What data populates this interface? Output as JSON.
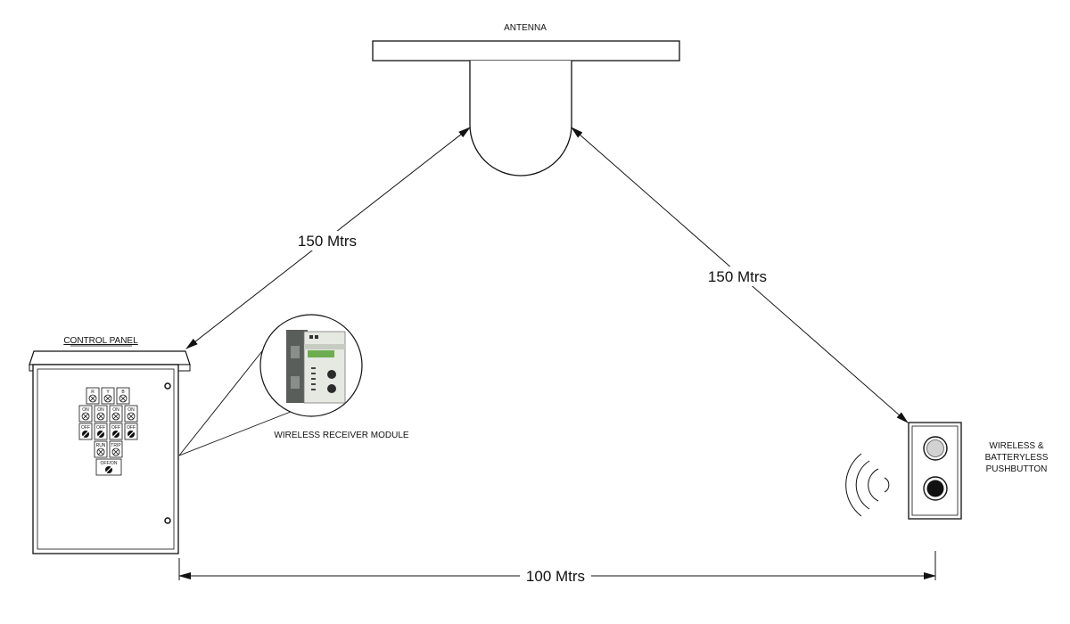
{
  "labels": {
    "antenna": "ANTENNA",
    "control_panel": "CONTROL PANEL",
    "receiver_module": "WIRELESS RECEIVER MODULE",
    "pushbutton_line1": "WIRELESS &",
    "pushbutton_line2": "BATTERYLESS",
    "pushbutton_line3": "PUSHBUTTON"
  },
  "distances": {
    "panel_to_antenna": "150 Mtrs",
    "antenna_to_pushbutton": "150 Mtrs",
    "panel_to_pushbutton": "100 Mtrs"
  },
  "terminals": {
    "phases": [
      "R",
      "Y",
      "B"
    ],
    "on": "ON",
    "off": "OFF",
    "run": "RUN",
    "trip": "TRIP",
    "offon": "OFF/ON"
  }
}
